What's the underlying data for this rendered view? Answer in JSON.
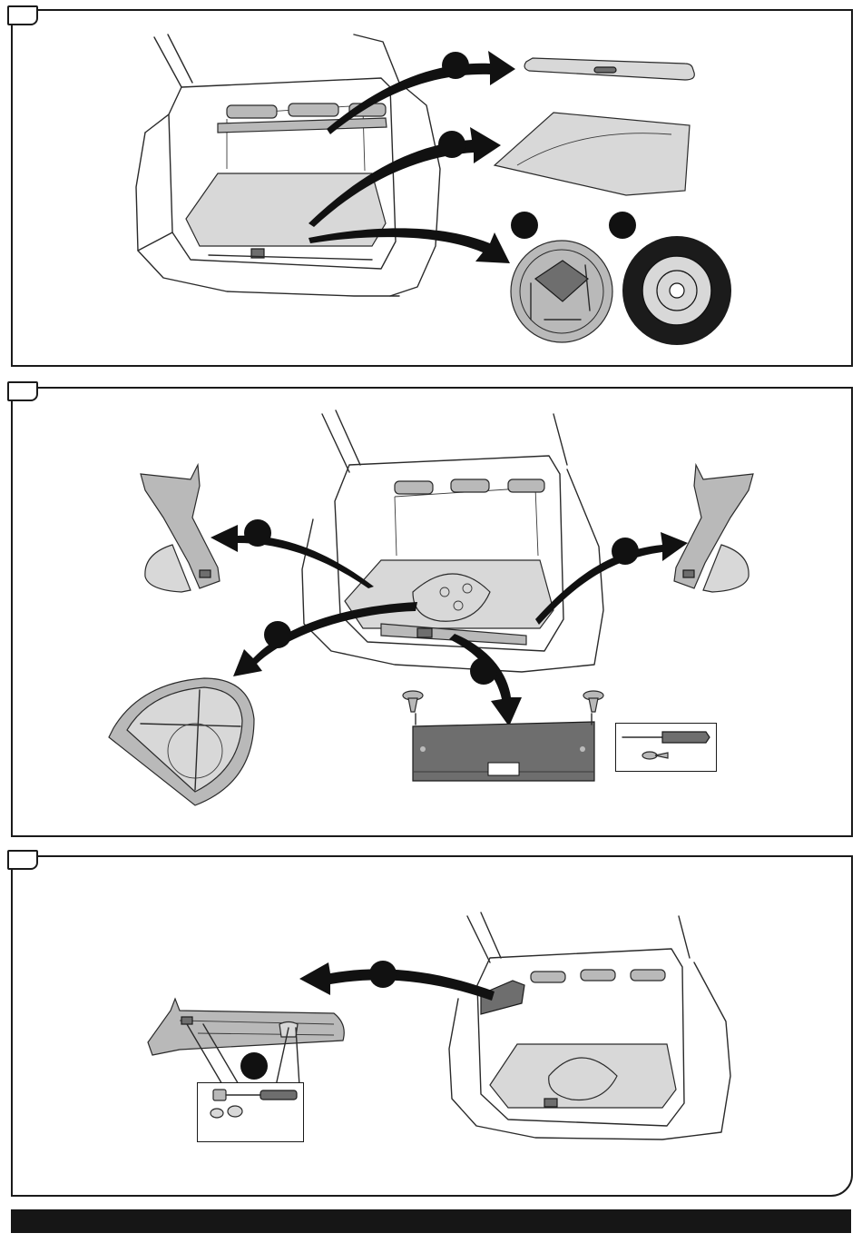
{
  "panels": [
    {
      "step": "",
      "content": "remove-cover-floor-spare"
    },
    {
      "step": "",
      "content": "remove-side-trims-tray-sill"
    },
    {
      "step": "",
      "content": "remove-left-storage-trim"
    }
  ],
  "colors": {
    "ink": "#111111",
    "part_fill": "#b9b9b9",
    "dark_part": "#6e6e6e",
    "background": "#ffffff"
  },
  "icons": [
    "car-trunk-illustration",
    "luggage-cover-icon",
    "floor-mat-icon",
    "tool-kit-icon",
    "spare-wheel-icon",
    "side-trim-icon",
    "storage-tray-icon",
    "sill-trim-icon",
    "push-clip-icon",
    "screwdriver-icon",
    "ratchet-wrench-icon",
    "socket-icon",
    "callout-arrow-icon",
    "step-badge-icon"
  ]
}
